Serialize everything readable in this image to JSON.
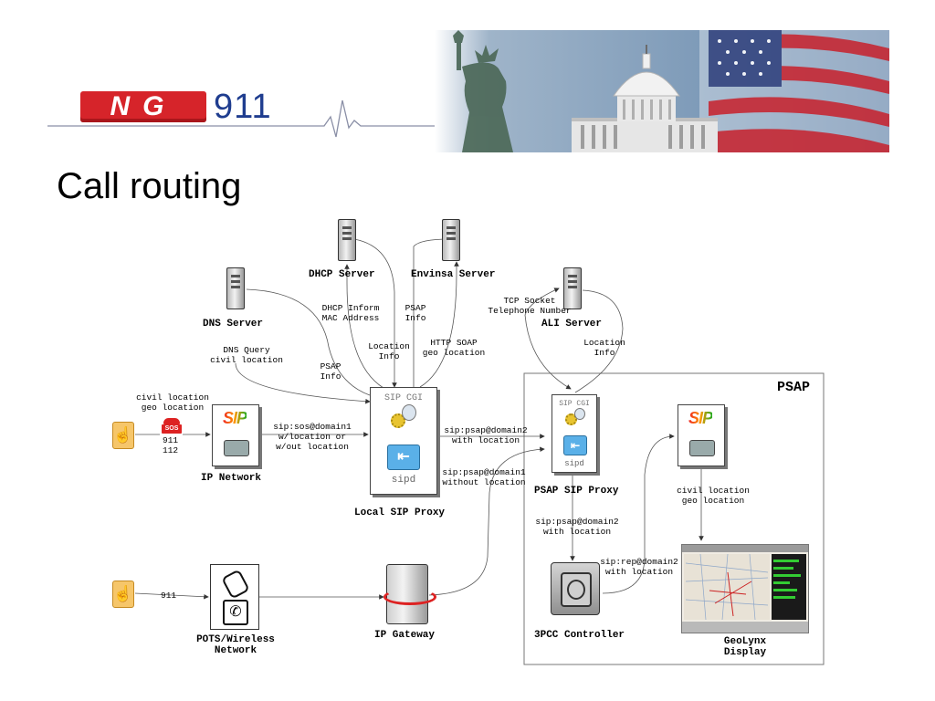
{
  "header": {
    "logo_text_ng": "NG",
    "logo_text_911": "911",
    "colors": {
      "logo_red": "#d6242a",
      "logo_blue": "#1f3d8f",
      "title": "#000000"
    }
  },
  "slide": {
    "title": "Call routing"
  },
  "diagram": {
    "servers": {
      "dhcp": "DHCP Server",
      "envinsa": "Envinsa Server",
      "dns": "DNS Server",
      "ali": "ALI Server"
    },
    "labels": {
      "dhcp_inform": "DHCP Inform\nMAC Address",
      "psap_info_top": "PSAP\nInfo",
      "tcp_socket": "TCP Socket\nTelephone Number",
      "dns_query": "DNS Query\ncivil location",
      "psap_info_left": "PSAP\nInfo",
      "location_info_left": "Location\nInfo",
      "http_soap": "HTTP SOAP\ngeo location",
      "location_info_right": "Location\nInfo",
      "civil_geo_left": "civil location\ngeo location",
      "sos_numbers": "911\n112",
      "sip_sos": "sip:sos@domain1\nw/location or\nw/out location",
      "sip_psap_with": "sip:psap@domain2\nwith location",
      "sip_psap_without": "sip:psap@domain1\nwithout location",
      "civil_geo_right": "civil location\ngeo location",
      "sip_psap_with2": "sip:psap@domain2\nwith location",
      "sip_rep": "sip:rep@domain2\nwith location",
      "pots_911": "911"
    },
    "nodes": {
      "ip_network": "IP Network",
      "local_sip_proxy": "Local SIP Proxy",
      "psap_sip_proxy": "PSAP SIP Proxy",
      "pots_wireless": "POTS/Wireless\nNetwork",
      "ip_gateway": "IP Gateway",
      "controller": "3PCC Controller",
      "geolynx": "GeoLynx\nDisplay",
      "psap_region": "PSAP",
      "sip_cgi": "SIP CGI",
      "sipd": "sipd",
      "sip_logo": "SIP",
      "sos_badge": "SOS"
    }
  }
}
